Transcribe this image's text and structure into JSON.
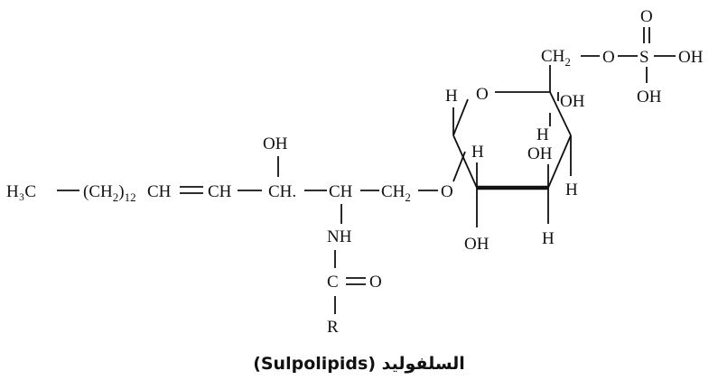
{
  "caption": "السلفوليد (Sulpolipids)",
  "chain": {
    "h3c": "H₃C",
    "ch2_open": "(CH",
    "ch2_sub": "2",
    "ch2_close": ")",
    "ch2_count": "12",
    "ch1": "CH",
    "ch2": "CH",
    "ch3": "CH.",
    "ch4": "CH",
    "ch2_link": "CH",
    "ch2_link_sub": "2",
    "o_link": "O",
    "oh": "OH",
    "nh": "NH",
    "c": "C",
    "o_carbonyl": "O",
    "r": "R"
  },
  "ring": {
    "o_ring": "O",
    "h_top_left": "H",
    "oh_top_right": "OH",
    "h_mid_right": "H",
    "h_mid_left": "H",
    "oh_mid": "OH",
    "h_right": "H",
    "oh_bottom": "OH",
    "h_bottom": "H"
  },
  "sulfate": {
    "ch2": "CH",
    "ch2_sub": "2",
    "o": "O",
    "s": "S",
    "oh_right": "OH",
    "o_top": "O",
    "oh_bottom": "OH"
  }
}
